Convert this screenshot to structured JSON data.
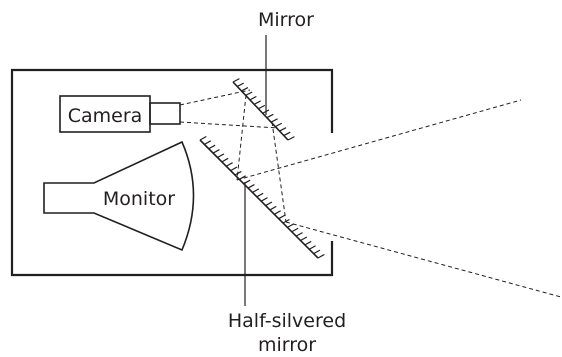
{
  "labels": {
    "mirror": "Mirror",
    "camera": "Camera",
    "monitor": "Monitor",
    "half_silvered_line1": "Half-silvered",
    "half_silvered_line2": "mirror"
  },
  "colors": {
    "ink": "#231f20",
    "background": "#ffffff"
  }
}
